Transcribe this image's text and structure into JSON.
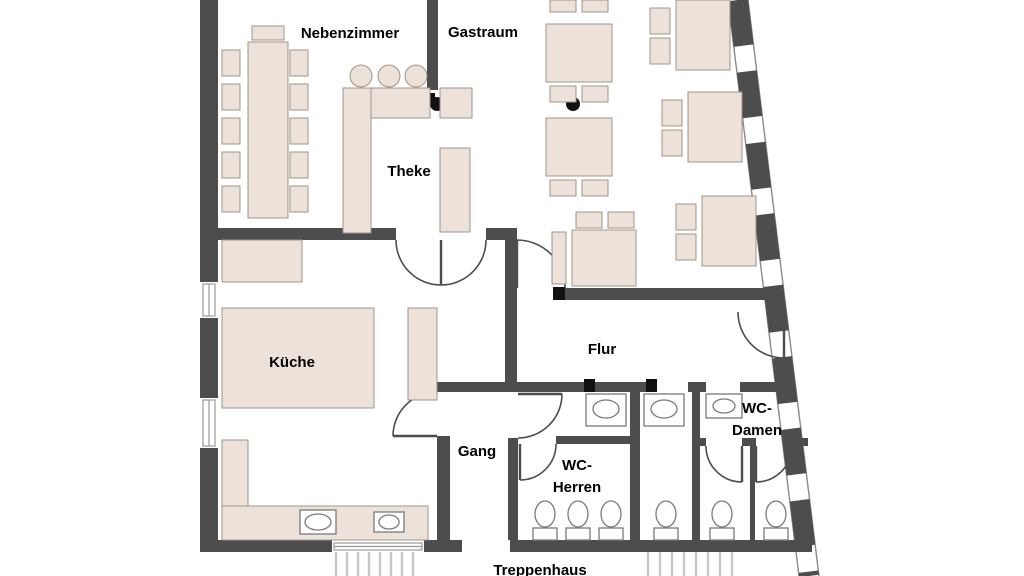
{
  "colors": {
    "wall": "#4d4d4d",
    "furniture": "#ece2da",
    "furniture_stroke": "#a09488",
    "fixture_stroke": "#7a7a7a",
    "marker": "#111111",
    "stairs": "#c8c8c8",
    "glass": "#999999"
  },
  "rooms": {
    "nebenzimmer": {
      "label": "Nebenzimmer"
    },
    "gastraum": {
      "label": "Gastraum"
    },
    "theke": {
      "label": "Theke"
    },
    "kueche": {
      "label": "Küche"
    },
    "flur": {
      "label": "Flur"
    },
    "gang": {
      "label": "Gang"
    },
    "wc_herren": {
      "line1": "WC-",
      "line2": "Herren"
    },
    "wc_damen": {
      "line1": "WC-",
      "line2": "Damen"
    },
    "treppenhaus": {
      "label": "Treppenhaus"
    }
  }
}
